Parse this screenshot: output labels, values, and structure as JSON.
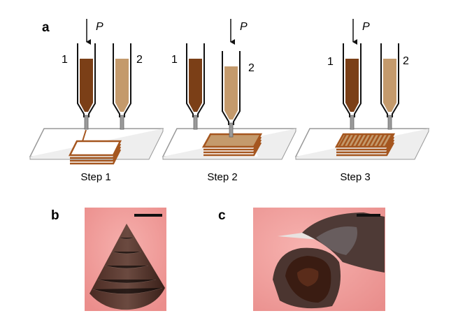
{
  "panels": {
    "a": {
      "label": "a",
      "pressure_label": "P",
      "syringe_labels": [
        "1",
        "2"
      ],
      "steps": [
        {
          "label": "Step 1",
          "pressurized_syringe": 1
        },
        {
          "label": "Step 2",
          "pressurized_syringe": 2
        },
        {
          "label": "Step 3",
          "pressurized_syringe": 1
        }
      ]
    },
    "b": {
      "label": "b"
    },
    "c": {
      "label": "c"
    }
  },
  "colors": {
    "dark_chocolate": "#7b3f17",
    "light_chocolate": "#c49a6c",
    "layer_outline": "#a5561f",
    "photo_background": "#f1a0a0"
  }
}
